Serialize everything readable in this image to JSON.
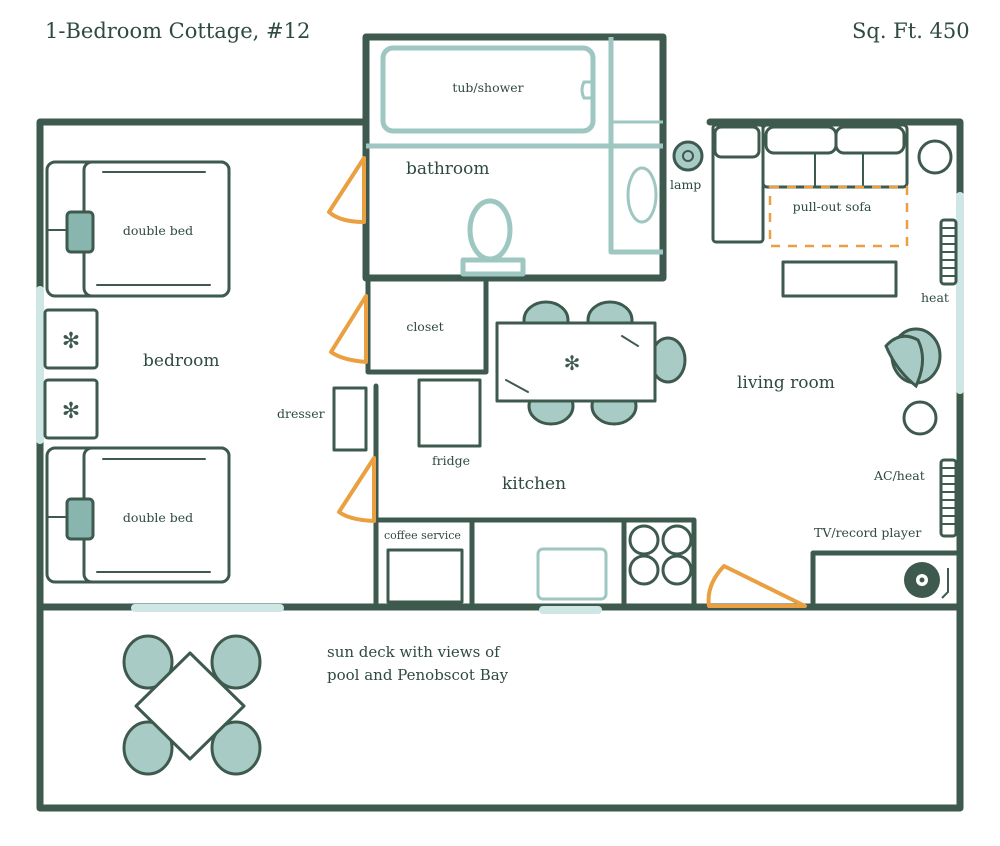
{
  "header": {
    "title": "1-Bedroom Cottage, #12",
    "square_feet": "Sq. Ft. 450"
  },
  "rooms": {
    "bedroom": "bedroom",
    "bathroom": "bathroom",
    "closet": "closet",
    "kitchen": "kitchen",
    "living_room": "living room",
    "sun_deck_line1": "sun deck with views of",
    "sun_deck_line2": "pool and Penobscot Bay"
  },
  "fixtures": {
    "tub_shower": "tub/shower",
    "double_bed_top": "double bed",
    "double_bed_bottom": "double bed",
    "dresser": "dresser",
    "fridge": "fridge",
    "coffee_service": "coffee service",
    "lamp": "lamp",
    "pull_out_sofa": "pull-out sofa",
    "heat": "heat",
    "ac_heat": "AC/heat",
    "tv_record_player": "TV/record player"
  },
  "colors": {
    "wall": "#3e5a4e",
    "text": "#2f4a40",
    "sage": "#9dc7c0",
    "chair_fill": "#a8cbc5",
    "window": "#cfe7e4",
    "door_swing": "#eaa040"
  }
}
